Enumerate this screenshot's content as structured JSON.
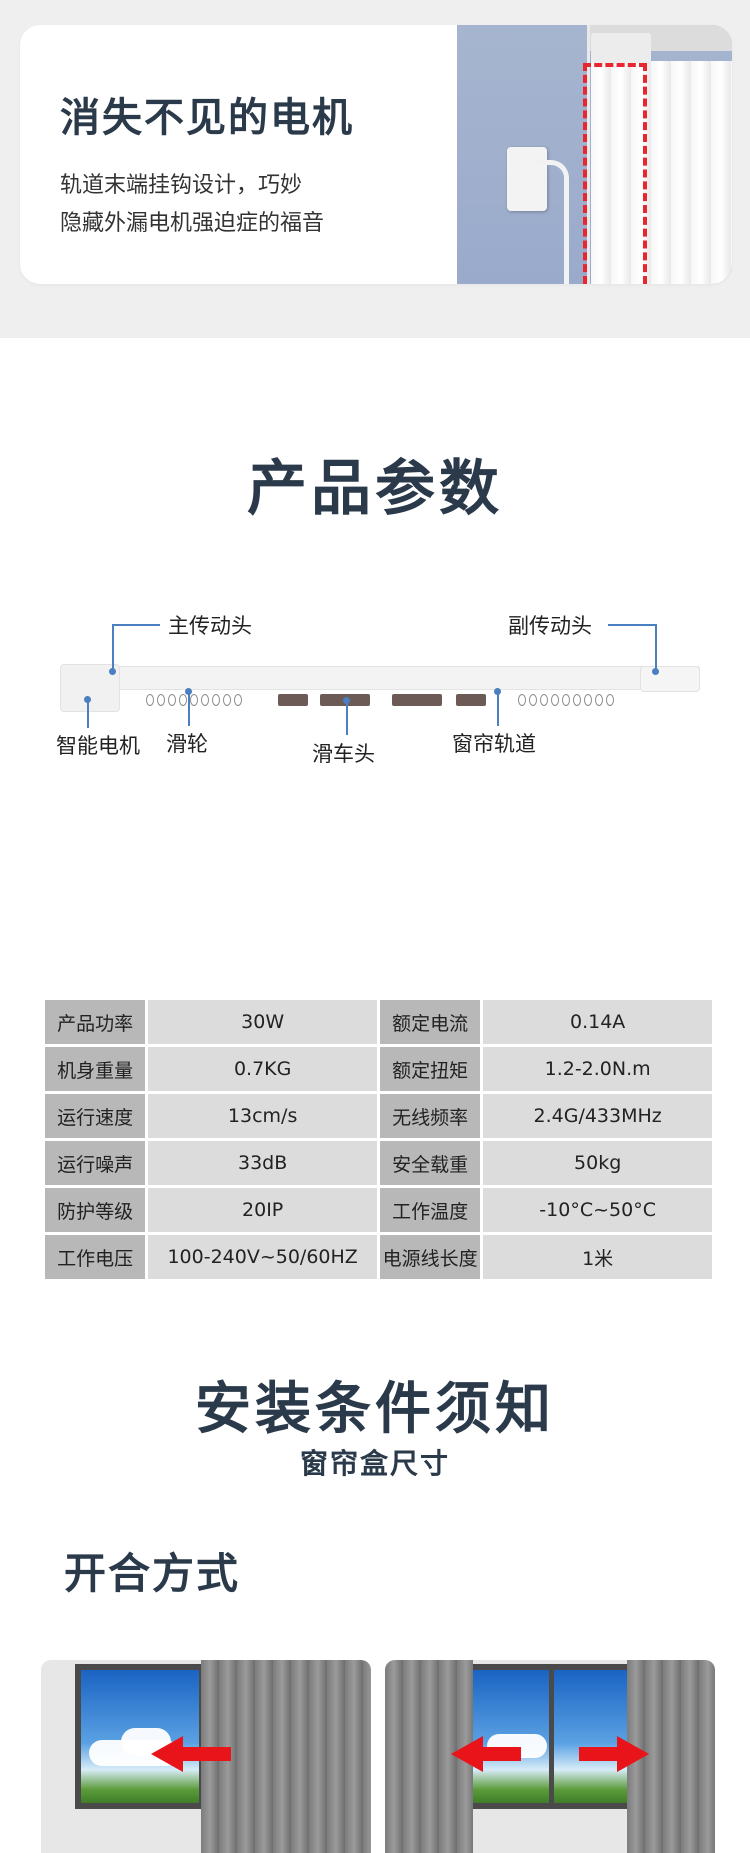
{
  "motor_card": {
    "title": "消失不见的电机",
    "desc_line1": "轨道末端挂钩设计，巧妙",
    "desc_line2": "隐藏外漏电机强迫症的福音"
  },
  "params": {
    "title": "产品参数",
    "labels": {
      "main_drive": "主传动头",
      "sub_drive": "副传动头",
      "motor": "智能电机",
      "pulley": "滑轮",
      "slider": "滑车头",
      "track": "窗帘轨道"
    }
  },
  "spec_table": {
    "rows": [
      [
        "产品功率",
        "30W",
        "额定电流",
        "0.14A"
      ],
      [
        "机身重量",
        "0.7KG",
        "额定扭矩",
        "1.2-2.0N.m"
      ],
      [
        "运行速度",
        "13cm/s",
        "无线频率",
        "2.4G/433MHz"
      ],
      [
        "运行噪声",
        "33dB",
        "安全载重",
        "50kg"
      ],
      [
        "防护等级",
        "20IP",
        "工作温度",
        "-10°C~50°C"
      ],
      [
        "工作电压",
        "100-240V~50/60HZ",
        "电源线长度",
        "1米"
      ]
    ]
  },
  "install": {
    "title": "安装条件须知",
    "subtitle": "窗帘盒尺寸",
    "open_title": "开合方式"
  },
  "colors": {
    "heading": "#2b3a4a",
    "accent_red": "#e8262f",
    "callout_blue": "#4a7fc1"
  }
}
